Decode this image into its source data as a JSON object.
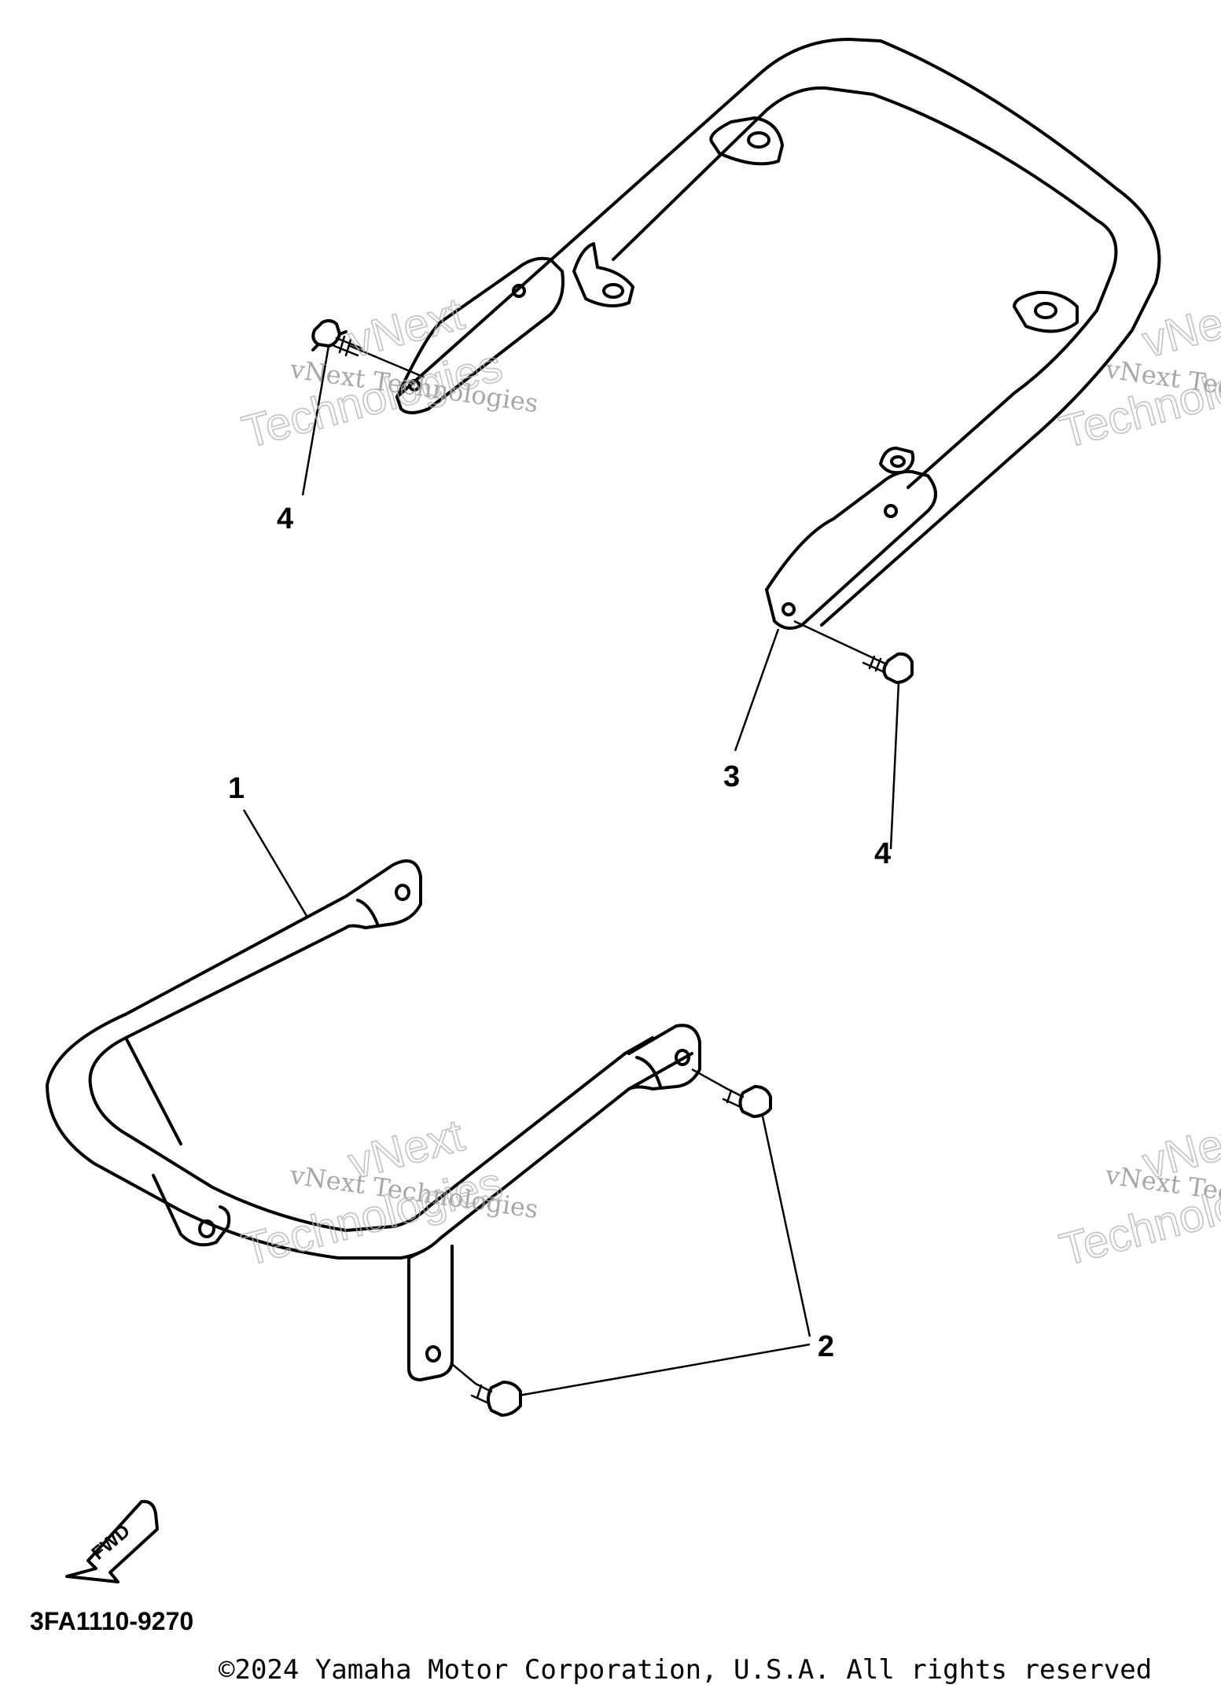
{
  "callouts": {
    "part1": "1",
    "part2": "2",
    "part3": "3",
    "part4_left": "4",
    "part4_right": "4"
  },
  "watermark": {
    "line1": "vNext Technologies",
    "line2": "vNext",
    "line3": "Technologies"
  },
  "fwd_label": "FWD",
  "diagram_code": "3FA1110-9270",
  "copyright": "©2024 Yamaha Motor Corporation, U.S.A. All rights reserved"
}
